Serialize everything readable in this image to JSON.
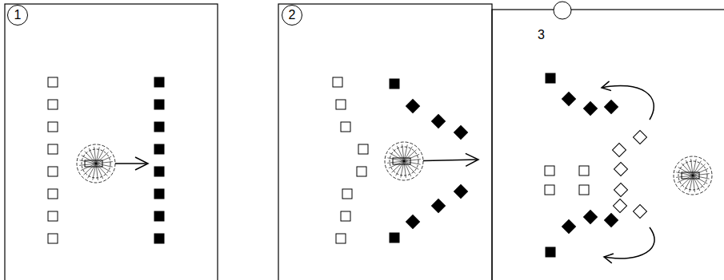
{
  "diagram": {
    "nodes": [
      {
        "text": [
          "1"
        ]
      },
      {
        "text": [
          "2"
        ]
      }
    ],
    "labels": [
      "3"
    ]
  }
}
